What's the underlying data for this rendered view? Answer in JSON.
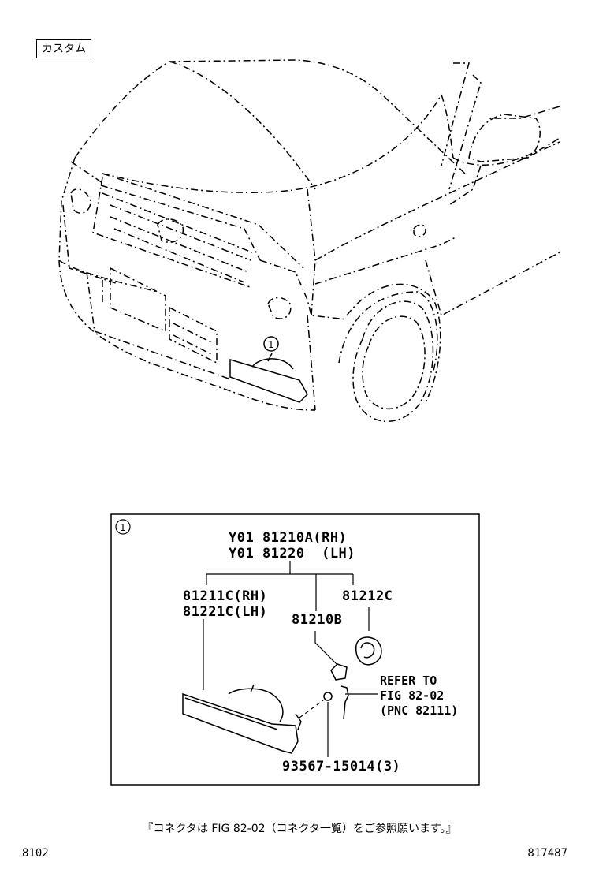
{
  "header": {
    "variant_tag": "カスタム"
  },
  "callout": {
    "number": "1"
  },
  "detail": {
    "callout_number": "1",
    "assembly_parts": [
      "Y01 81210A(RH)",
      "Y01 81220  (LH)"
    ],
    "lens_parts": [
      "81211C(RH)",
      "81221C(LH)"
    ],
    "bulb_part": "81210B",
    "socket_part": "81212C",
    "refer_lines": [
      "REFER TO",
      "FIG 82-02",
      "(PNC 82111)"
    ],
    "screw_part": "93567-15014(3)"
  },
  "footer": {
    "note": "『コネクタは FIG 82-02（コネクタ一覧）をご参照願います。』",
    "page_code": "8102",
    "figure_code": "817487"
  }
}
